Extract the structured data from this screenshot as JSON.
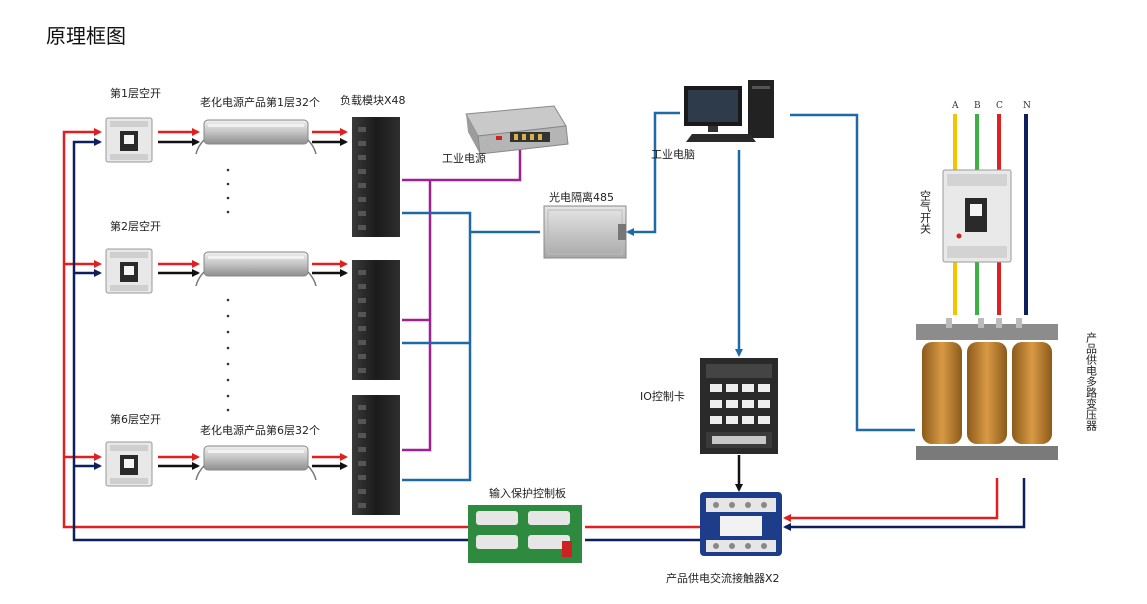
{
  "page": {
    "title": "原理框图"
  },
  "diagram": {
    "breakers": [
      {
        "label": "第1层空开"
      },
      {
        "label": "第2层空开"
      },
      {
        "label": "第6层空开"
      }
    ],
    "psu_groups": [
      {
        "label": "老化电源产品第1层32个"
      },
      {
        "label": ""
      },
      {
        "label": "老化电源产品第6层32个"
      }
    ],
    "load_module": {
      "label": "负载模块X48"
    },
    "industrial_psu": {
      "label": "工业电源"
    },
    "industrial_pc": {
      "label": "工业电脑"
    },
    "isolator": {
      "label": "光电隔离485"
    },
    "io_card": {
      "label": "IO控制卡"
    },
    "protection_board": {
      "label": "输入保护控制板"
    },
    "contactor": {
      "label": "产品供电交流接触器X2"
    },
    "main_switch": {
      "label": "空气开关"
    },
    "transformer": {
      "label": "产品供电多路变压器"
    },
    "phases": [
      "A",
      "B",
      "C",
      "N"
    ],
    "colors": {
      "red": "#e02020",
      "navy": "#0d1f5c",
      "blue": "#1f6aa5",
      "purple": "#a0208f",
      "yellow": "#f2c500",
      "green": "#3cb043",
      "black": "#111111"
    }
  }
}
